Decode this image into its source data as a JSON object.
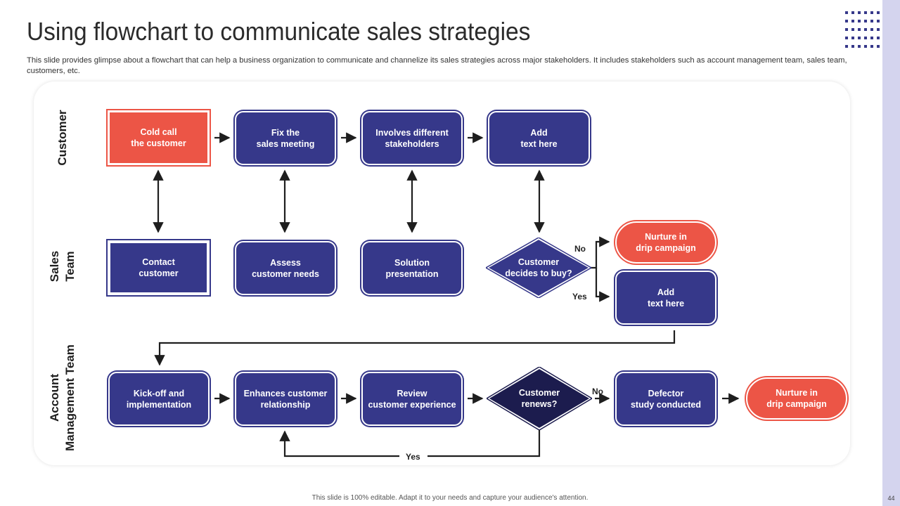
{
  "title": "Using flowchart to communicate sales strategies",
  "subtitle": "This slide provides glimpse about a flowchart that can help a business organization to communicate and channelize its sales strategies across major stakeholders. It includes stakeholders such as account management team, sales team, customers, etc.",
  "lanes": {
    "customer": "Customer",
    "sales": "Sales\nTeam",
    "account": "Account\nManagement Team"
  },
  "nodes": {
    "cold_call": "Cold call\nthe customer",
    "fix_meeting": "Fix the\nsales meeting",
    "involves": "Involves different\nstakeholders",
    "add_text_1": "Add\ntext here",
    "contact": "Contact\ncustomer",
    "assess": "Assess\ncustomer needs",
    "solution": "Solution\npresentation",
    "decides": "Customer\ndecides to buy?",
    "nurture_1": "Nurture in\ndrip campaign",
    "add_text_2": "Add\ntext here",
    "kickoff": "Kick-off and\nimplementation",
    "enhances": "Enhances customer\nrelationship",
    "review": "Review\ncustomer experience",
    "renews": "Customer\nrenews?",
    "defector": "Defector\nstudy conducted",
    "nurture_2": "Nurture in\ndrip campaign"
  },
  "edge_labels": {
    "no_1": "No",
    "yes_1": "Yes",
    "no_2": "No",
    "yes_2": "Yes"
  },
  "colors": {
    "navy": "#36388a",
    "dark_navy": "#1c1c4e",
    "red": "#ec5546",
    "accent_strip": "#d4d4ee"
  },
  "footer": "This slide is 100% editable. Adapt it to your needs and capture your audience's attention.",
  "page_number": "44"
}
